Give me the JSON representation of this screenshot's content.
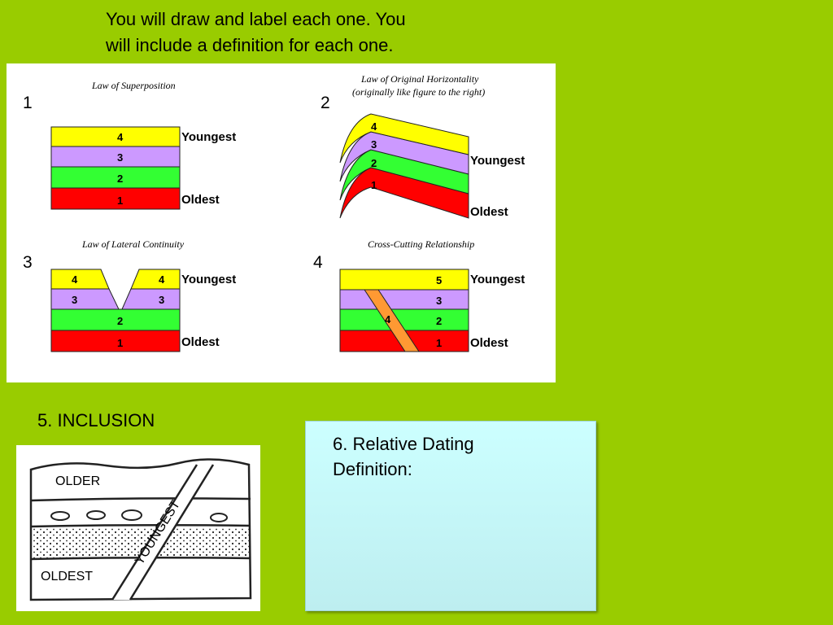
{
  "intro": {
    "line1": "You will draw and label each one. You",
    "line2": "will include a definition for each one."
  },
  "figures": {
    "superposition": {
      "number": "1",
      "title": "Law of Superposition",
      "layers": [
        "4",
        "3",
        "2",
        "1"
      ],
      "youngest": "Youngest",
      "oldest": "Oldest"
    },
    "horizontality": {
      "number": "2",
      "title_line1": "Law of Original Horizontality",
      "title_line2": "(originally like figure to the right)",
      "layers": [
        "4",
        "3",
        "2",
        "1"
      ],
      "youngest": "Youngest",
      "oldest": "Oldest"
    },
    "lateral": {
      "number": "3",
      "title": "Law of Lateral Continuity",
      "layers": [
        "4",
        "4",
        "3",
        "3",
        "2",
        "1"
      ],
      "youngest": "Youngest",
      "oldest": "Oldest"
    },
    "crosscutting": {
      "number": "4",
      "title": "Cross-Cutting Relationship",
      "layers": [
        "5",
        "3",
        "2",
        "1"
      ],
      "dike": "4",
      "youngest": "Youngest",
      "oldest": "Oldest"
    }
  },
  "inclusion": {
    "title": "5. INCLUSION",
    "older": "OLDER",
    "oldest": "OLDEST",
    "youngest": "YOUNGEST"
  },
  "definition": {
    "line1": "6. Relative Dating",
    "line2": "Definition:"
  },
  "colors": {
    "background": "#99cc00",
    "yellow": "#ffff00",
    "purple": "#cc99ff",
    "green": "#33ff33",
    "red": "#ff0000",
    "orange": "#ff9933",
    "definition_box": "#ccffff"
  }
}
